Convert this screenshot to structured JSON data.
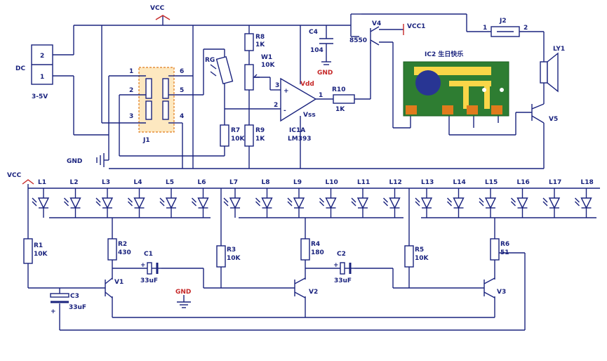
{
  "power": {
    "vcc": "VCC",
    "vcc1": "VCC1",
    "vcc_left": "VCC",
    "gnd_top": "GND",
    "gnd_mid": "GND",
    "gnd_bottom": "GND",
    "dc": "DC",
    "dc_range": "3-5V",
    "dc_pin1": "1",
    "dc_pin2": "2"
  },
  "switch": {
    "name": "J1",
    "pins": [
      "1",
      "2",
      "3",
      "4",
      "5",
      "6"
    ]
  },
  "sensor": {
    "rg": "RG",
    "r8": "R8",
    "r8v": "1K",
    "w1": "W1",
    "w1v": "10K",
    "r7": "R7",
    "r7v": "10K",
    "r9": "R9",
    "r9v": "1K"
  },
  "comparator": {
    "name": "IC1A",
    "part": "LM393",
    "vdd": "Vdd",
    "vss": "Vss",
    "plus": "+",
    "minus": "-",
    "pin1": "1",
    "pin2": "2",
    "pin3": "3"
  },
  "cap4": {
    "name": "C4",
    "value": "104"
  },
  "r10": {
    "name": "R10",
    "value": "1K"
  },
  "transistor_v4": {
    "name": "V4",
    "part": "8550"
  },
  "music_ic": {
    "title": "IC2 生日快乐"
  },
  "jack": {
    "name": "J2",
    "pin1": "1",
    "pin2": "2"
  },
  "speaker": {
    "name": "LY1"
  },
  "transistor_v5": {
    "name": "V5"
  },
  "leds": [
    "L1",
    "L2",
    "L3",
    "L4",
    "L5",
    "L6",
    "L7",
    "L8",
    "L9",
    "L10",
    "L11",
    "L12",
    "L13",
    "L14",
    "L15",
    "L16",
    "L17",
    "L18"
  ],
  "flasher": {
    "r1": "R1",
    "r1v": "10K",
    "r2": "R2",
    "r2v": "430",
    "r3": "R3",
    "r3v": "10K",
    "r4": "R4",
    "r4v": "180",
    "r5": "R5",
    "r5v": "10K",
    "r6": "R6",
    "r6v": "51",
    "c1": "C1",
    "c1v": "33uF",
    "c2": "C2",
    "c2v": "33uF",
    "c3": "C3",
    "c3v": "33uF",
    "v1": "V1",
    "v2": "V2",
    "v3": "V3",
    "plus": "+"
  },
  "colors": {
    "wire": "#1a237e",
    "pcb_green": "#2e7d32",
    "pcb_yellow": "#f9d648",
    "pcb_orange": "#e07b1c",
    "accent_red": "#c62828",
    "chip_blue": "#283593"
  }
}
